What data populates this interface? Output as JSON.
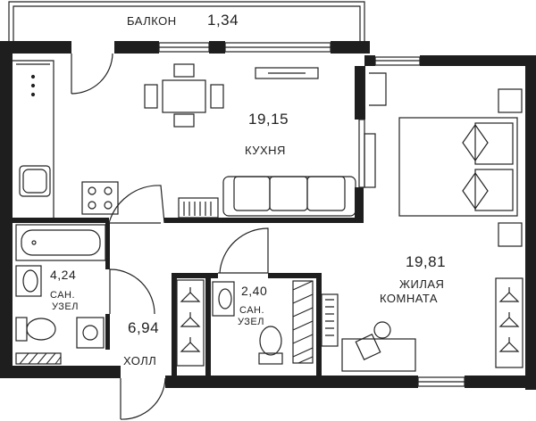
{
  "rooms": {
    "balcony": {
      "name": "БАЛКОН",
      "area": "1,34"
    },
    "kitchen": {
      "name": "КУХНЯ",
      "area": "19,15"
    },
    "living": {
      "name_line1": "ЖИЛАЯ",
      "name_line2": "КОМНАТА",
      "area": "19,81"
    },
    "bath1": {
      "name_line1": "САН.",
      "name_line2": "УЗЕЛ",
      "area": "4,24"
    },
    "bath2": {
      "name_line1": "САН.",
      "name_line2": "УЗЕЛ",
      "area": "2,40"
    },
    "hall": {
      "name": "ХОЛЛ",
      "area": "6,94"
    }
  },
  "colors": {
    "wall": "#1e1e1e",
    "line": "#222222",
    "background": "#ffffff"
  },
  "icons": [
    "door-swing-icon",
    "window-icon",
    "dining-table-icon",
    "sofa-icon",
    "double-bed-icon",
    "bathtub-icon",
    "sink-icon",
    "toilet-icon",
    "washing-machine-icon",
    "stove-icon",
    "hanger-icon",
    "desk-icon",
    "radiator-icon",
    "tv-icon"
  ]
}
